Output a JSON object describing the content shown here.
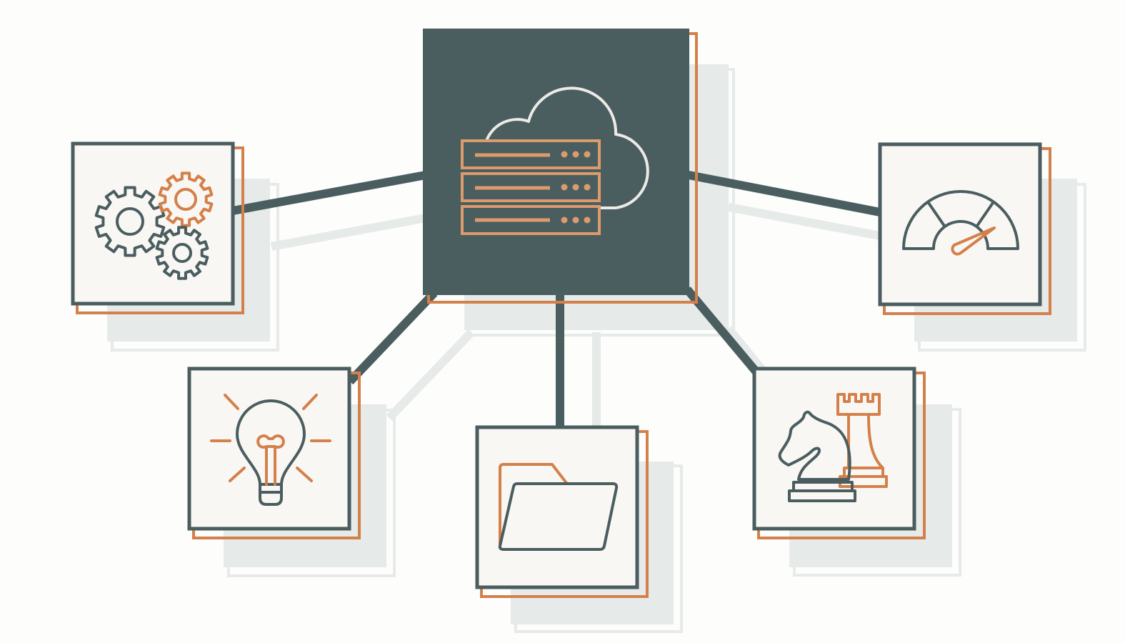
{
  "diagram": {
    "hub": {
      "icon": "cloud-server-icon"
    },
    "nodes": [
      {
        "id": "settings",
        "icon": "gears-icon"
      },
      {
        "id": "performance",
        "icon": "speedometer-icon"
      },
      {
        "id": "ideas",
        "icon": "lightbulb-icon"
      },
      {
        "id": "files",
        "icon": "folder-icon"
      },
      {
        "id": "strategy",
        "icon": "chess-pieces-icon"
      }
    ]
  },
  "colors": {
    "background": "#fdfdfc",
    "slate": "#4a5d5f",
    "orange": "#d4804a",
    "tile": "#f9f7f4",
    "shadow": "#e6eae9"
  }
}
